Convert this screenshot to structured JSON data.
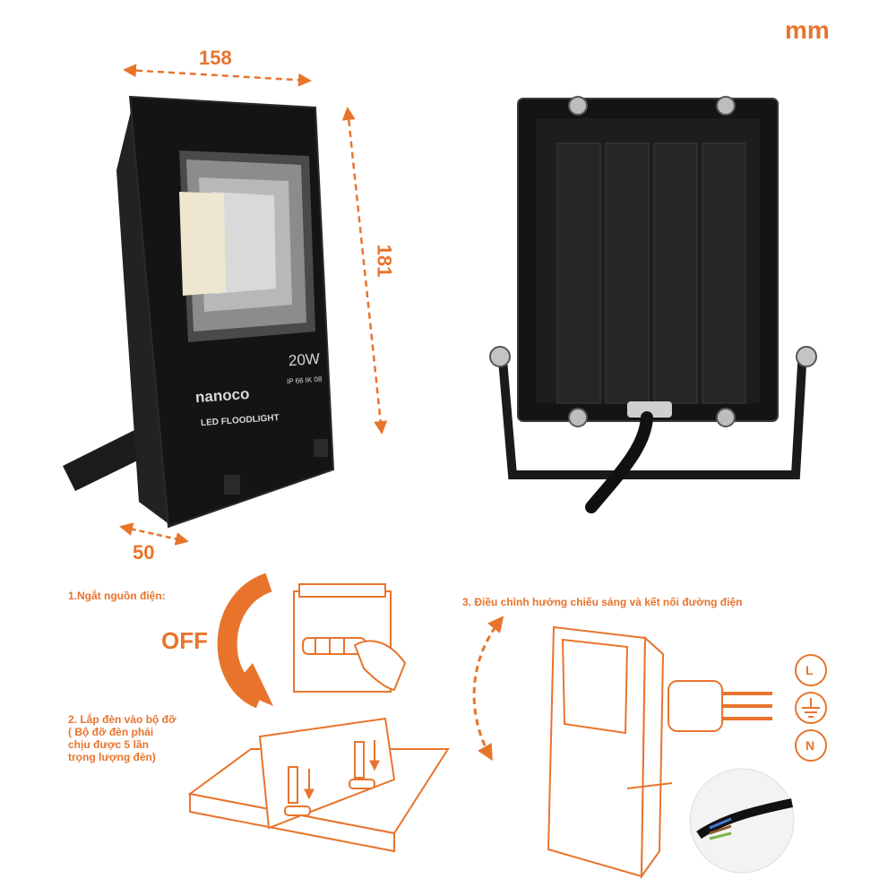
{
  "units": {
    "label": "mm"
  },
  "dimensions": {
    "width": "158",
    "height": "181",
    "depth": "50"
  },
  "product": {
    "brand": "nanoco",
    "name": "LED FLOODLIGHT",
    "wattage": "20W",
    "rating": "IP 66 IK 08"
  },
  "steps": {
    "step1": {
      "label": "1.Ngắt nguồn điện:",
      "off_label": "OFF"
    },
    "step2": {
      "line1": "2. Lắp đèn vào bộ đỡ",
      "line2": "( Bộ đỡ đèn phải",
      "line3": "chịu được 5 lần",
      "line4": "trọng lượng đèn)"
    },
    "step3": {
      "label": "3. Điều chỉnh hướng chiếu sáng và kết nối đường điện"
    }
  },
  "wiring": {
    "live": "L",
    "neutral": "N",
    "earth_icon": "ground-symbol-icon"
  },
  "colors": {
    "accent": "#e8742c",
    "body": "#151515"
  }
}
